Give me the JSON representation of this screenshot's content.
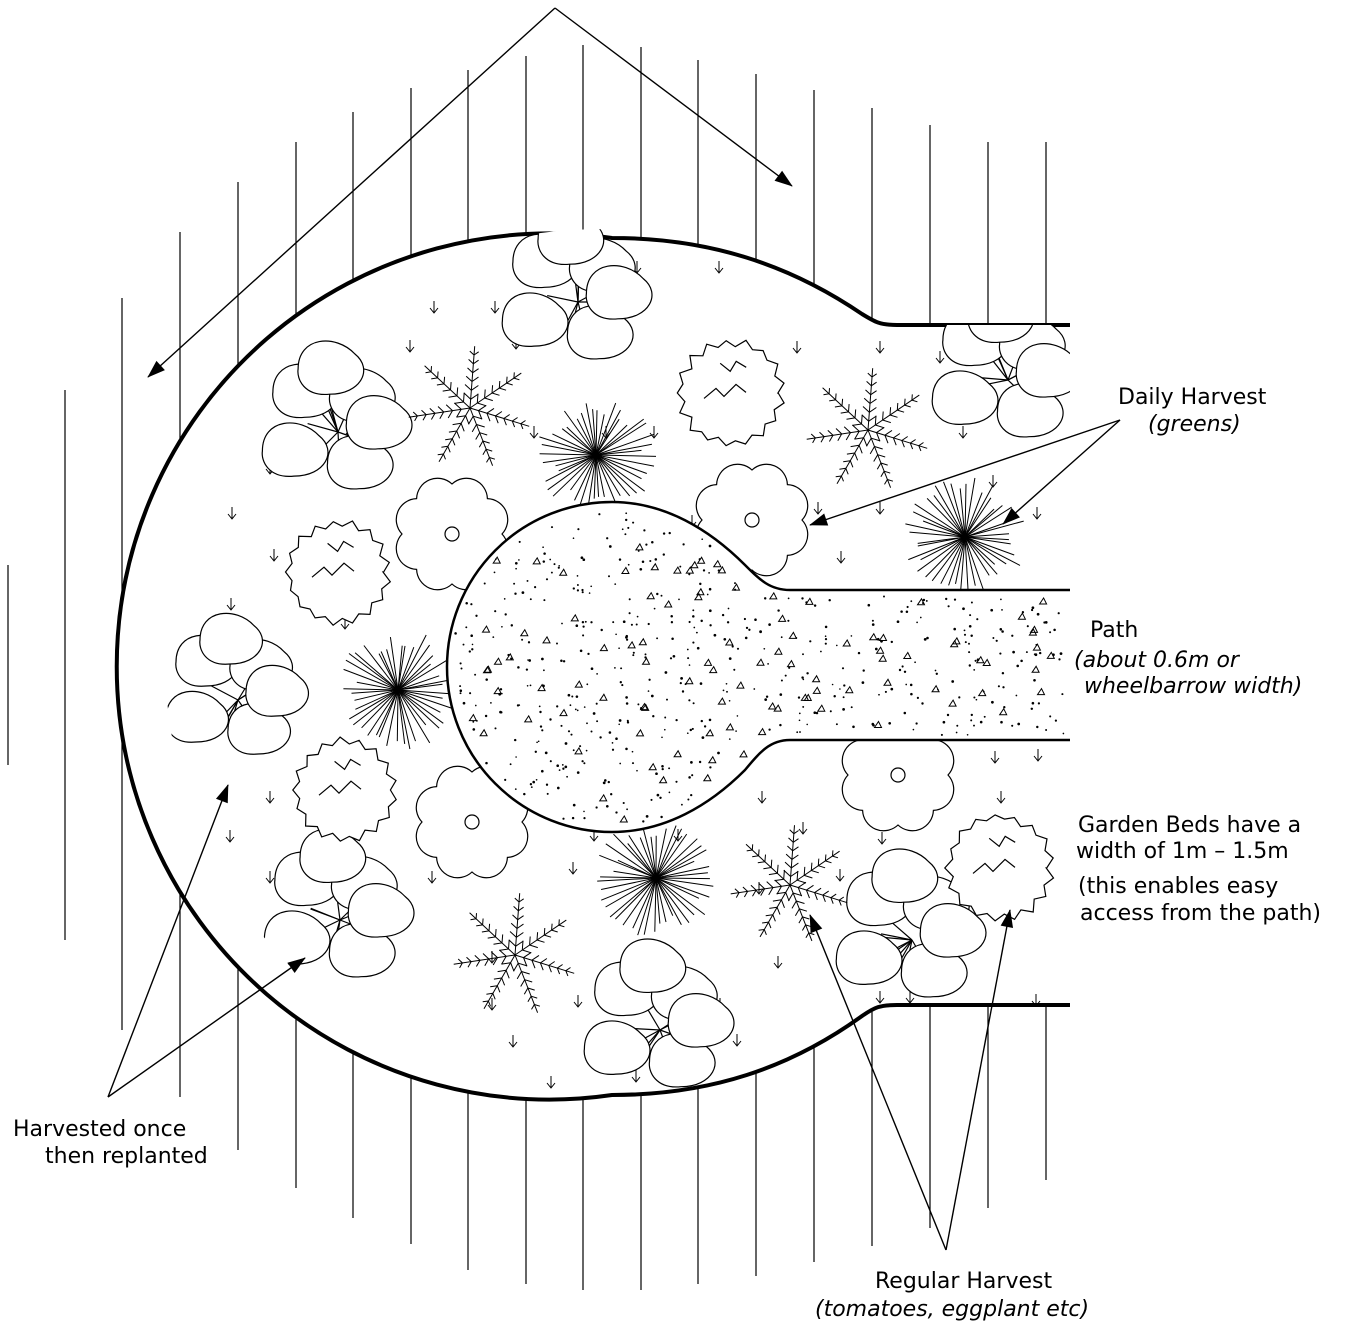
{
  "labels": {
    "daily_harvest": {
      "title": "Daily Harvest",
      "note": "(greens)"
    },
    "path": {
      "title": "Path",
      "note_line1": "(about 0.6m or",
      "note_line2": "wheelbarrow width)"
    },
    "garden_beds": {
      "line1": "Garden Beds have a",
      "line2": "width of 1m – 1.5m",
      "line3": "(this enables easy",
      "line4": "access from the path)"
    },
    "harvested_once": {
      "line1": "Harvested  once",
      "line2": "then replanted"
    },
    "regular_harvest": {
      "title": "Regular Harvest",
      "note": "(tomatoes, eggplant etc)"
    }
  },
  "colors": {
    "ink": "#000000",
    "paper": "#ffffff"
  },
  "icons": [
    "hatching",
    "garden-bed-outline",
    "gravel-path",
    "arrow-down-marker",
    "lettuce-plant-icon",
    "fern-plant-icon",
    "grass-tuft-icon",
    "cabbage-plant-icon",
    "flower-plant-icon",
    "shrub-plant-icon"
  ]
}
